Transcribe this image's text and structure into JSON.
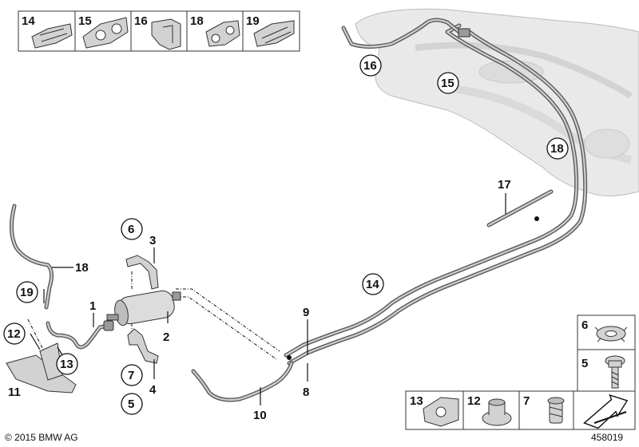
{
  "copyright": "© 2015 BMW AG",
  "diagram_id": "458019",
  "top_legend": [
    "14",
    "15",
    "16",
    "18",
    "19"
  ],
  "right_legend_top": [
    "6",
    "5"
  ],
  "bottom_legend": [
    "13",
    "12",
    "7"
  ],
  "callouts": {
    "c1": "1",
    "c2": "2",
    "c3": "3",
    "c4": "4",
    "c5": "5",
    "c6": "6",
    "c7": "7",
    "c8": "8",
    "c9": "9",
    "c10": "10",
    "c11": "11",
    "c12": "12",
    "c13": "13",
    "c14": "14",
    "c15": "15",
    "c16": "16",
    "c17": "17",
    "c18": "18",
    "c18b": "18",
    "c19": "19"
  },
  "colors": {
    "pipe": "#5a5a5a",
    "tank": "#e6e6e6",
    "line": "#111111"
  },
  "icons": {
    "arrow": "direction-arrow-icon"
  }
}
